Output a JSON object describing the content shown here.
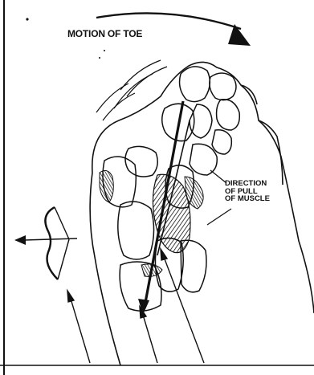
{
  "labels": {
    "motion": "MOTION OF TOE",
    "direction_line1": "DIRECTION",
    "direction_line2": "OF PULL",
    "direction_line3": "OF MUSCLE"
  },
  "colors": {
    "ink": "#111111",
    "paper": "#ffffff"
  }
}
